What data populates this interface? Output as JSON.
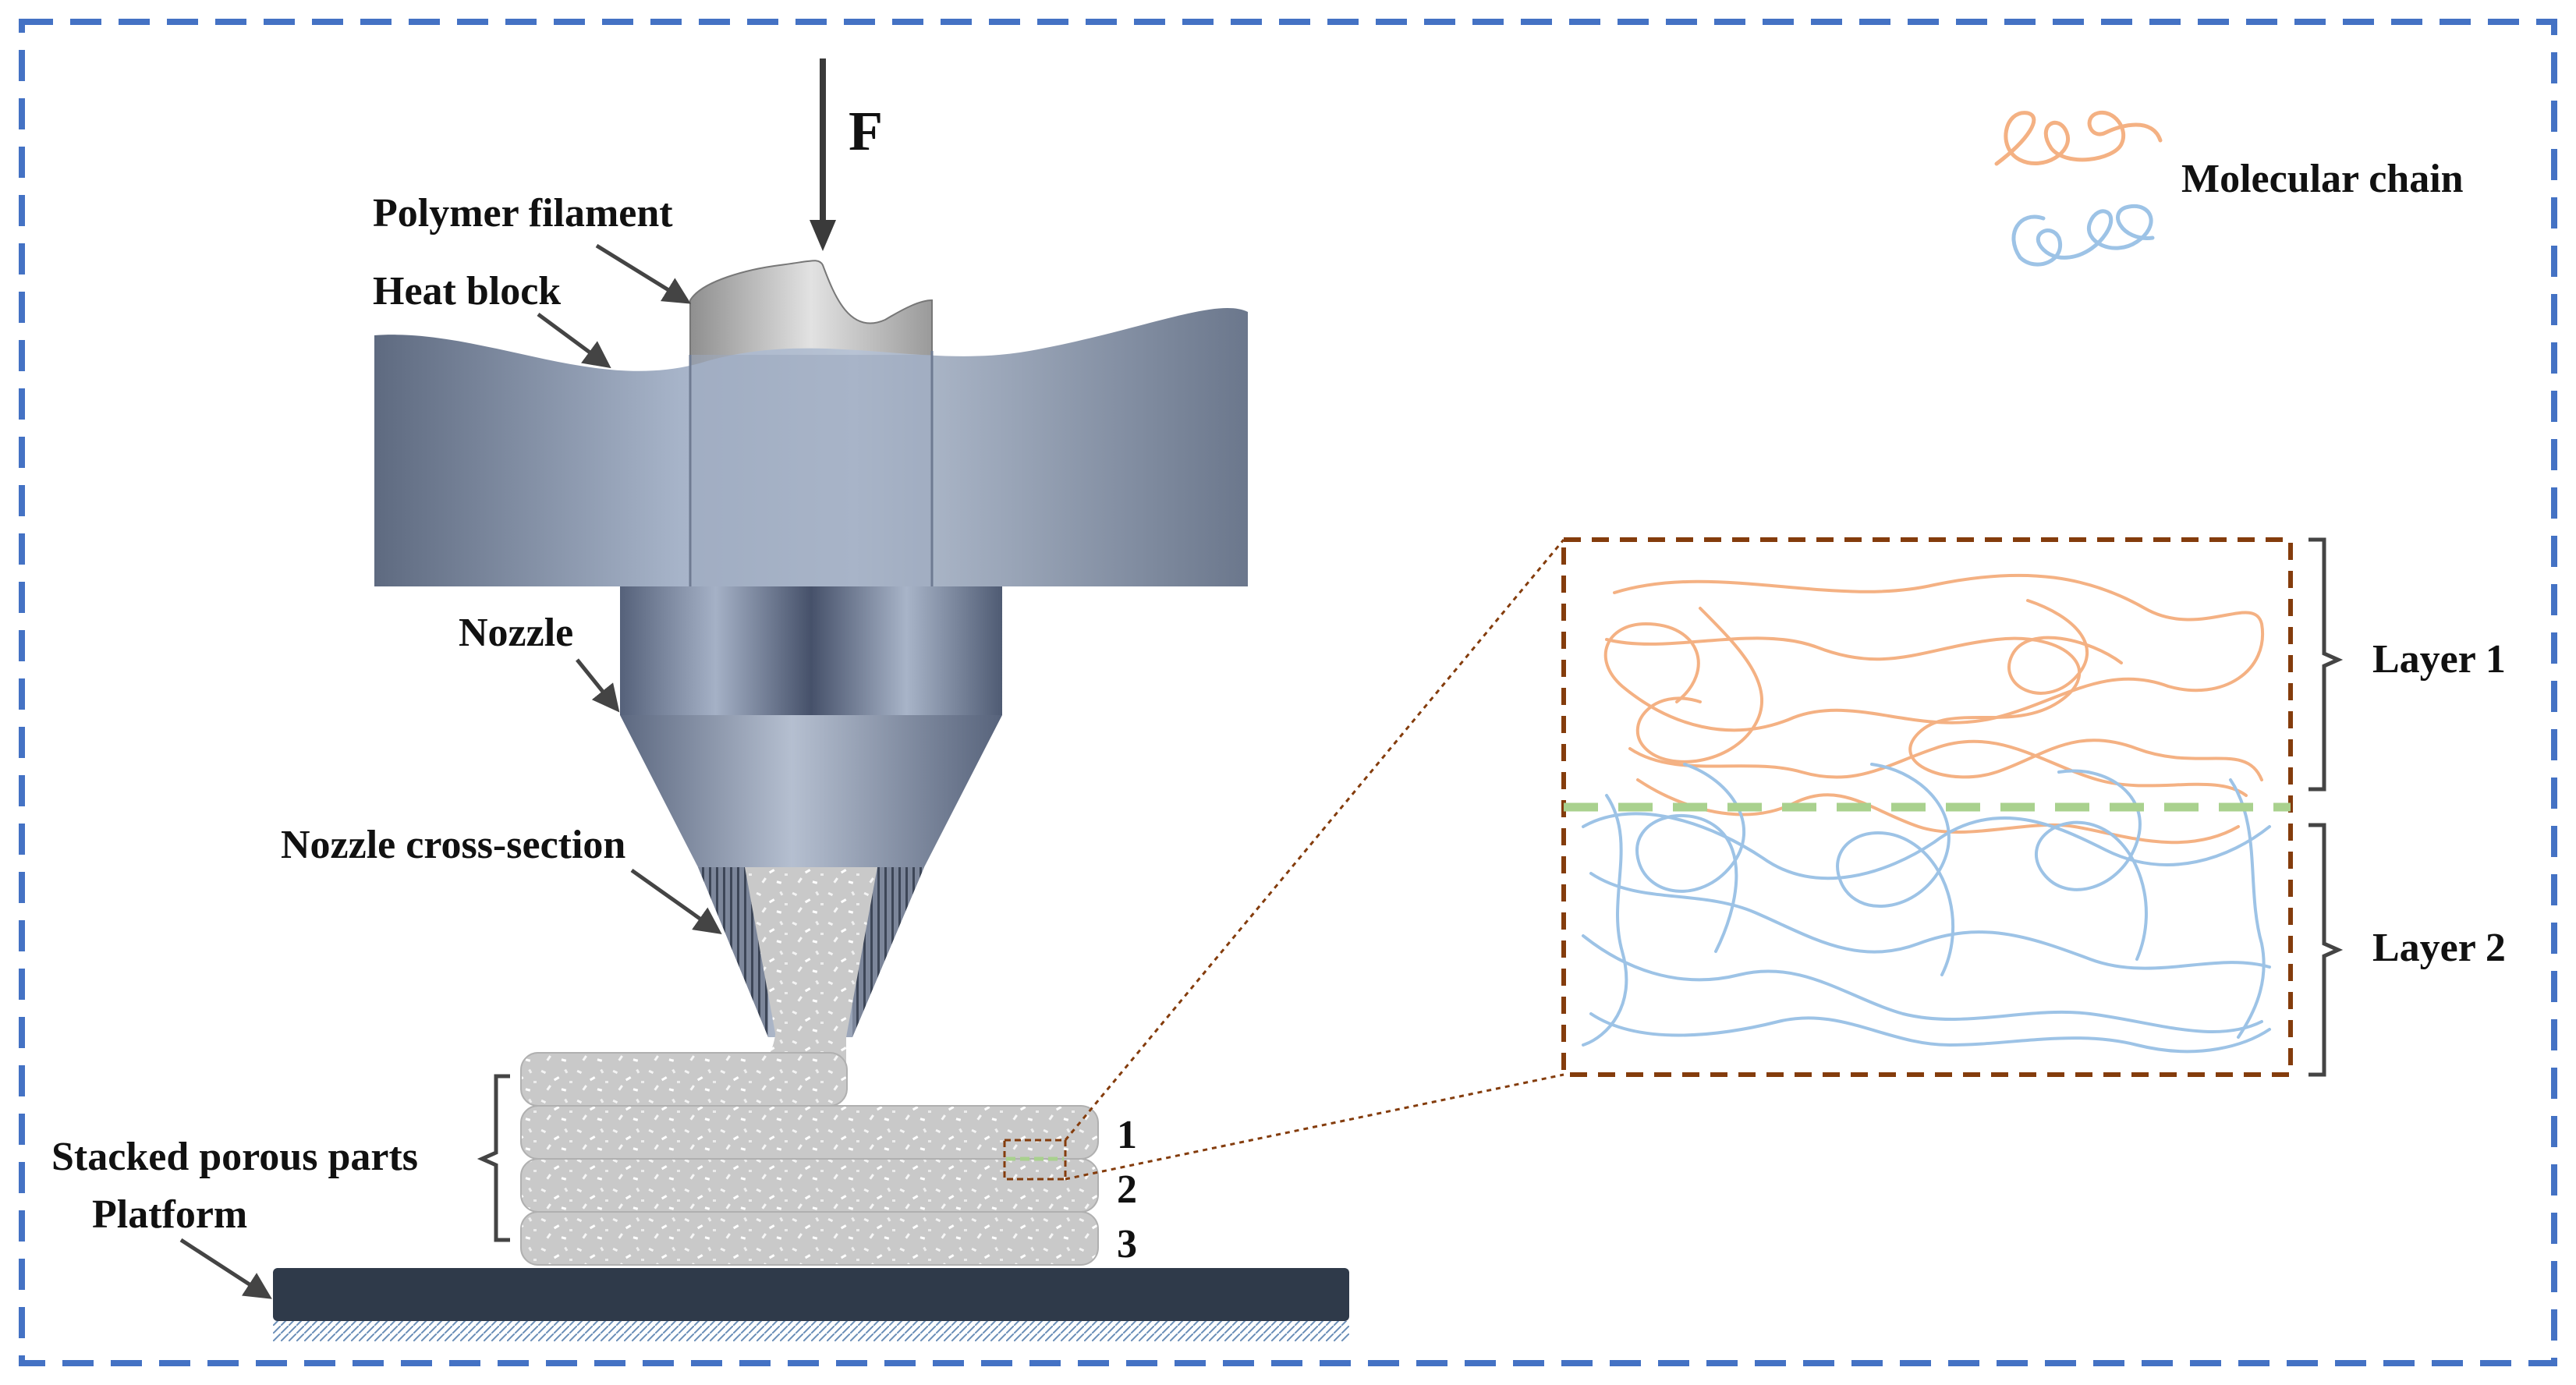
{
  "labels": {
    "force": "F",
    "polymer_filament": "Polymer filament",
    "heat_block": "Heat block",
    "nozzle": "Nozzle",
    "nozzle_cross_section": "Nozzle cross-section",
    "stacked_porous_parts": "Stacked porous parts",
    "platform": "Platform",
    "molecular_chain": "Molecular chain",
    "layer_1": "Layer 1",
    "layer_2": "Layer 2",
    "part_1": "1",
    "part_2": "2",
    "part_3": "3"
  },
  "colors": {
    "frame": "#4472c4",
    "layer1_chain": "#f4b183",
    "layer2_chain": "#9dc3e6",
    "interface_line": "#a9d18e",
    "zoom_box": "#843c0c",
    "platform": "#2f3a4a",
    "part_fill": "#c8c8c8",
    "heat_block": "#8e9cb3"
  },
  "icons": {
    "force_arrow": "down-arrow-icon"
  }
}
